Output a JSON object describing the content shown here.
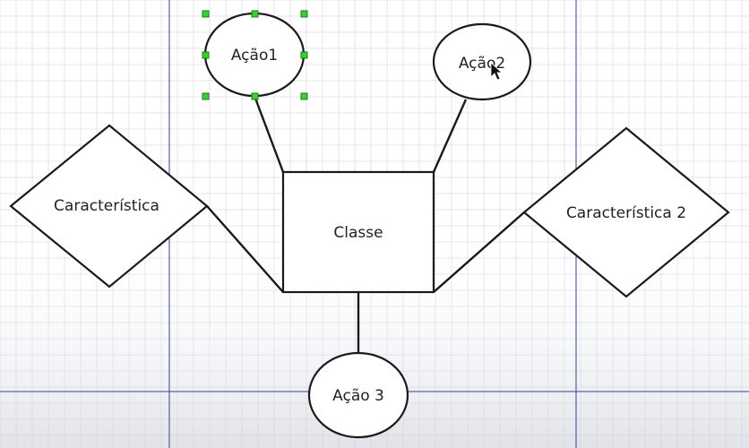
{
  "diagram": {
    "nodes": [
      {
        "id": "acao1",
        "shape": "ellipse",
        "label": "Ação1",
        "selected": true
      },
      {
        "id": "acao2",
        "shape": "ellipse",
        "label": "Ação2",
        "selected": false
      },
      {
        "id": "caracteristica",
        "shape": "diamond",
        "label": "Característica",
        "selected": false
      },
      {
        "id": "classe",
        "shape": "rectangle",
        "label": "Classe",
        "selected": false
      },
      {
        "id": "caracteristica2",
        "shape": "diamond",
        "label": "Característica 2",
        "selected": false
      },
      {
        "id": "acao3",
        "shape": "ellipse",
        "label": "Ação 3",
        "selected": false
      }
    ],
    "edges": [
      {
        "from": "acao1",
        "to": "classe"
      },
      {
        "from": "acao2",
        "to": "classe"
      },
      {
        "from": "caracteristica",
        "to": "classe"
      },
      {
        "from": "caracteristica2",
        "to": "classe"
      },
      {
        "from": "acao3",
        "to": "classe"
      }
    ],
    "colors": {
      "stroke": "#1a1a1a",
      "fill": "#ffffff",
      "selection_handle": "#38d02f",
      "grid": "#e4e6ee",
      "page_border": "#3a3f8f"
    }
  }
}
